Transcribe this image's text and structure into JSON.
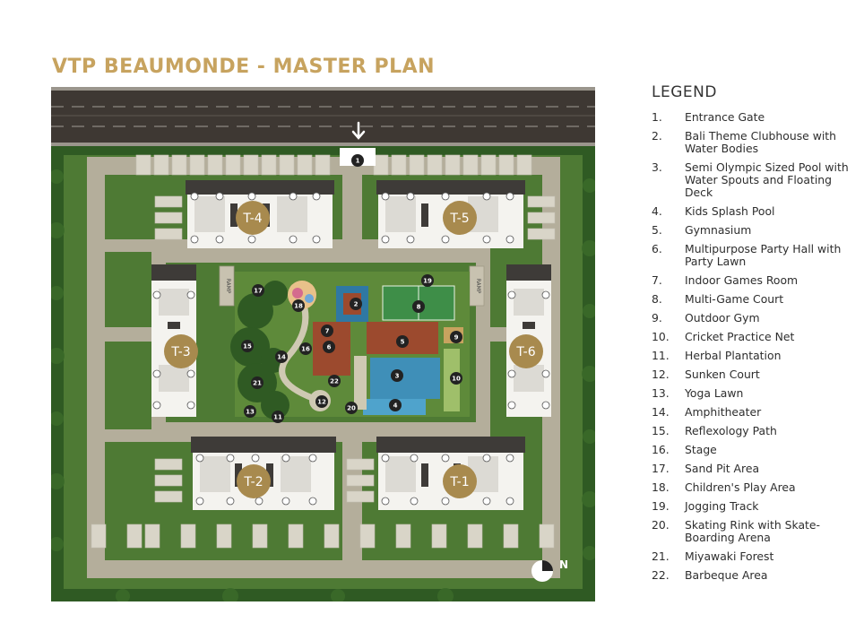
{
  "title": "VTP BEAUMONDE - MASTER PLAN",
  "legend": {
    "heading": "LEGEND",
    "items": [
      {
        "num": "1.",
        "label": "Entrance Gate"
      },
      {
        "num": "2.",
        "label": "Bali Theme Clubhouse with Water Bodies"
      },
      {
        "num": "3.",
        "label": "Semi Olympic Sized Pool with Water Spouts and Floating Deck"
      },
      {
        "num": "4.",
        "label": "Kids Splash Pool"
      },
      {
        "num": "5.",
        "label": "Gymnasium"
      },
      {
        "num": "6.",
        "label": "Multipurpose Party Hall with Party Lawn"
      },
      {
        "num": "7.",
        "label": "Indoor Games Room"
      },
      {
        "num": "8.",
        "label": "Multi-Game Court"
      },
      {
        "num": "9.",
        "label": "Outdoor Gym"
      },
      {
        "num": "10.",
        "label": "Cricket Practice Net"
      },
      {
        "num": "11.",
        "label": "Herbal Plantation"
      },
      {
        "num": "12.",
        "label": "Sunken Court"
      },
      {
        "num": "13.",
        "label": "Yoga Lawn"
      },
      {
        "num": "14.",
        "label": "Amphitheater"
      },
      {
        "num": "15.",
        "label": "Reflexology Path"
      },
      {
        "num": "16.",
        "label": "Stage"
      },
      {
        "num": "17.",
        "label": "Sand Pit Area"
      },
      {
        "num": "18.",
        "label": "Children's Play Area"
      },
      {
        "num": "19.",
        "label": "Jogging Track"
      },
      {
        "num": "20.",
        "label": "Skating Rink with Skate-Boarding Arena"
      },
      {
        "num": "21.",
        "label": "Miyawaki Forest"
      },
      {
        "num": "22.",
        "label": "Barbeque Area"
      }
    ]
  },
  "towers": {
    "t1": "T-1",
    "t2": "T-2",
    "t3": "T-3",
    "t4": "T-4",
    "t5": "T-5",
    "t6": "T-6"
  },
  "ramps": {
    "left": "RAMP",
    "right": "RAMP"
  },
  "markers": {
    "m1": "1",
    "m2": "2",
    "m3": "3",
    "m4": "4",
    "m5": "5",
    "m6": "6",
    "m7": "7",
    "m8": "8",
    "m9": "9",
    "m10": "10",
    "m11": "11",
    "m12": "12",
    "m13": "13",
    "m14": "14",
    "m15": "15",
    "m16": "16",
    "m17": "17",
    "m18": "18",
    "m19": "19",
    "m20": "20",
    "m21": "21",
    "m22": "22"
  },
  "compass": {
    "label": "N"
  },
  "colors": {
    "title_gold": "#c7a35f",
    "tower_badge": "#a88a4e",
    "grass": "#4e7a34",
    "trees": "#2f5a23",
    "road": "#b4ae9b",
    "pool": "#3f8fb8",
    "court": "#3e8e48",
    "roof": "#9c4a2e",
    "marker": "#222222"
  },
  "icons": {
    "entrance": "down-arrow-icon",
    "compass": "north-compass-icon"
  }
}
